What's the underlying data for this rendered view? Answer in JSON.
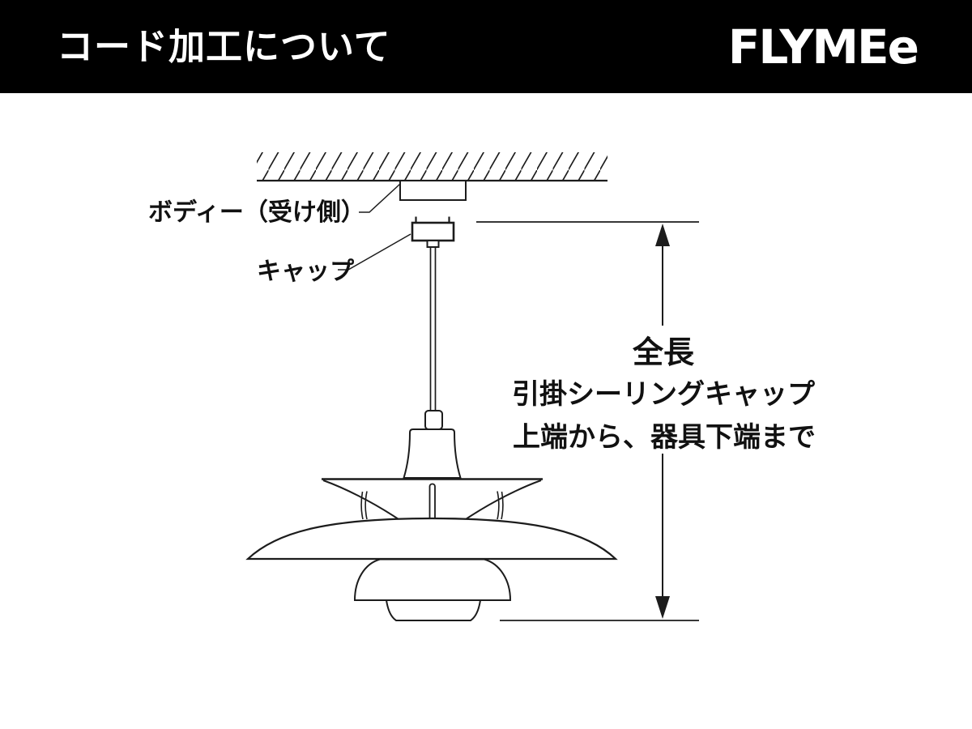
{
  "header": {
    "title": "コード加工について",
    "brand": "FLYMEe"
  },
  "diagram": {
    "type": "pendant-light-total-length-spec",
    "labels": {
      "body": "ボディー（受け側）",
      "cap": "キャップ"
    },
    "measurement": {
      "line1": "全長",
      "line2": "引掛シーリングキャップ",
      "line3": "上端から、器具下端まで"
    },
    "parts": [
      "ceiling-hatch",
      "ceiling-rose-body",
      "hook-ceiling-cap",
      "cord",
      "socket",
      "top-shade",
      "middle-shade",
      "main-shade",
      "lower-shade",
      "diffuser-cup",
      "total-length-arrow"
    ],
    "colors": {
      "background": "#ffffff",
      "header_bg": "#000000",
      "header_fg": "#ffffff",
      "line": "#1c1c1c"
    }
  }
}
